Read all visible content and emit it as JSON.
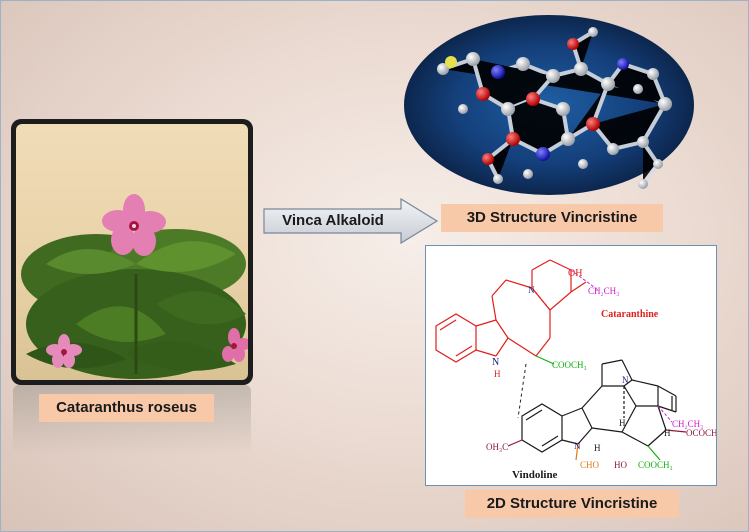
{
  "labels": {
    "plant": "Cataranthus roseus",
    "arrow": "Vinca Alkaloid",
    "structure_3d": "3D Structure Vincristine",
    "structure_2d": "2D Structure Vincristine"
  },
  "structure_2d": {
    "oh_top": "OH",
    "ethyl_top": "CH₂CH₃",
    "cataranthine": "Cataranthine",
    "cooch3_top": "COOCH₃",
    "n_h": "N",
    "h_label": "H",
    "vindoline": "Vindoline",
    "ome": "OH₃C",
    "n_cho": "N",
    "cho": "CHO",
    "h1": "H",
    "h2": "H",
    "h3": "H",
    "ho": "HO",
    "ococh3": "OCOCH₃",
    "cooch3_bottom": "COOCH₃",
    "ethyl_bottom": "CH₂CH₃",
    "n_upper": "N",
    "n_ring": "N"
  },
  "colors": {
    "cataranthine": "#e0201c",
    "label_bg": "#f7c9a9",
    "green": "#10b010",
    "magenta": "#d020d0",
    "maroon": "#8b1a3a",
    "orange": "#e07a1a",
    "navy": "#1a1a7a"
  }
}
